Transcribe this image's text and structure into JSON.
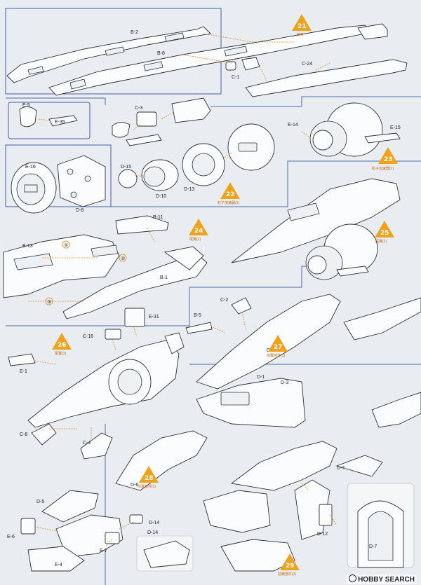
{
  "steps": [
    {
      "num": "21",
      "caption": "曲身"
    },
    {
      "num": "22",
      "caption": "粒子加速器(1)"
    },
    {
      "num": "23",
      "caption": "粒子加速器(2)"
    },
    {
      "num": "24",
      "caption": "尾翼(1)"
    },
    {
      "num": "25",
      "caption": "尾翼(2)"
    },
    {
      "num": "26",
      "caption": "尾翼(3)"
    },
    {
      "num": "27",
      "caption": "前翼部件(1)"
    },
    {
      "num": "28",
      "caption": "前翼部件(2)"
    },
    {
      "num": "29",
      "caption": "前翼部件(3)"
    }
  ],
  "parts": {
    "b2": "B-2",
    "b8": "B-8",
    "c1": "C-1",
    "c24": "C-24",
    "e5": "E-5",
    "e35": "E-35",
    "c3": "C-3",
    "e14": "E-14",
    "e15": "E-15",
    "e16": "E-16",
    "d8": "D-8",
    "d15": "D-15",
    "d10": "D-10",
    "d13": "D-13",
    "b11": "B-11",
    "b13": "B-13",
    "b1": "B-1",
    "c16": "C-16",
    "e31": "E-31",
    "b5": "B-5",
    "c2": "C-2",
    "e1": "E-1",
    "d4": "D-4",
    "d1": "D-1",
    "d3": "D-3",
    "c8": "C-8",
    "c4": "C-4",
    "d6": "D-6",
    "d5": "D-5",
    "d14a": "D-14",
    "d14b": "D-14",
    "e6": "E-6",
    "e7": "E-7",
    "e4": "E-4",
    "d7a": "D-7",
    "d12": "D-12",
    "d7b": "D-7"
  },
  "markers": {
    "one": "①",
    "two": "②",
    "three": "③"
  },
  "credit": "HOBBY SEARCH",
  "colors": {
    "accent": "#f0a21c",
    "frame": "#3e5fa0",
    "line": "#2d2f33"
  }
}
